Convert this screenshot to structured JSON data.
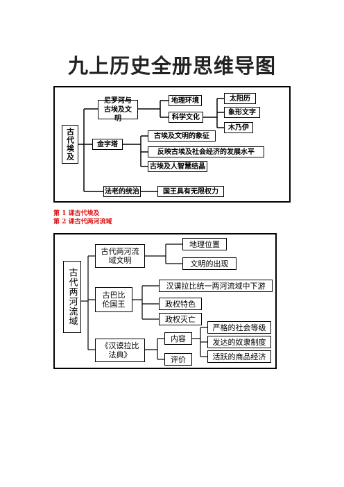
{
  "title": "九上历史全册思维导图",
  "diagram1": {
    "root": "古代埃及",
    "branch_nile": "尼罗河与古埃及文明",
    "geo": "地理环境",
    "culture": "科学文化",
    "sun_calendar": "太阳历",
    "hieroglyph": "象形文字",
    "mummy": "木乃伊",
    "pyramid": "金字塔",
    "symbol": "古埃及文明的象征",
    "reflect": "反映古埃及社会经济的发展水平",
    "wisdom": "古埃及人智慧结晶",
    "pharaoh": "法老的统治",
    "king_power": "国王具有无限权力"
  },
  "captions": {
    "lesson1": "第 1 课古代埃及",
    "lesson2": "第 2 课古代两河流域"
  },
  "diagram2": {
    "root": "古代两河流域",
    "civ": "古代两河流域文明",
    "location": "地理位置",
    "emergence": "文明的出现",
    "babylon": "古巴比伦国王",
    "unify": "汉谟拉比统一两河流域中下游",
    "regime": "政权特色",
    "fall": "政权灭亡",
    "code": "《汉谟拉比法典》",
    "content": "内容",
    "evaluation": "评价",
    "hierarchy": "严格的社会等级",
    "slavery": "发达的奴隶制度",
    "commerce": "活跃的商品经济"
  }
}
